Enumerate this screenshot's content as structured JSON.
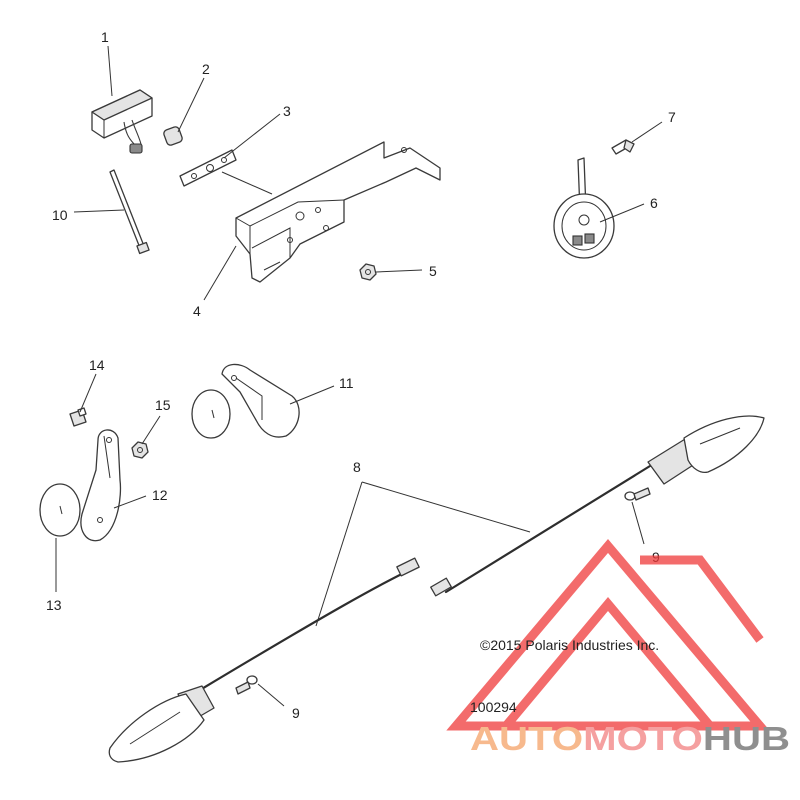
{
  "diagram": {
    "callouts": [
      {
        "label": "1"
      },
      {
        "label": "2"
      },
      {
        "label": "3"
      },
      {
        "label": "10"
      },
      {
        "label": "4"
      },
      {
        "label": "5"
      },
      {
        "label": "7"
      },
      {
        "label": "6"
      },
      {
        "label": "14"
      },
      {
        "label": "15"
      },
      {
        "label": "11"
      },
      {
        "label": "12"
      },
      {
        "label": "13"
      },
      {
        "label": "8"
      },
      {
        "label": "9"
      },
      {
        "label": "9"
      }
    ],
    "copyright": "©2015 Polaris Industries Inc.",
    "figure_number": "100294"
  },
  "watermark": {
    "part1": "AUTO",
    "part2": "MOTO",
    "part3": "HUB",
    "colors": {
      "auto": "#f7b98d",
      "moto": "#f5a0a0",
      "hub": "#8f8f8f",
      "triangle": "#f03a3a"
    }
  }
}
